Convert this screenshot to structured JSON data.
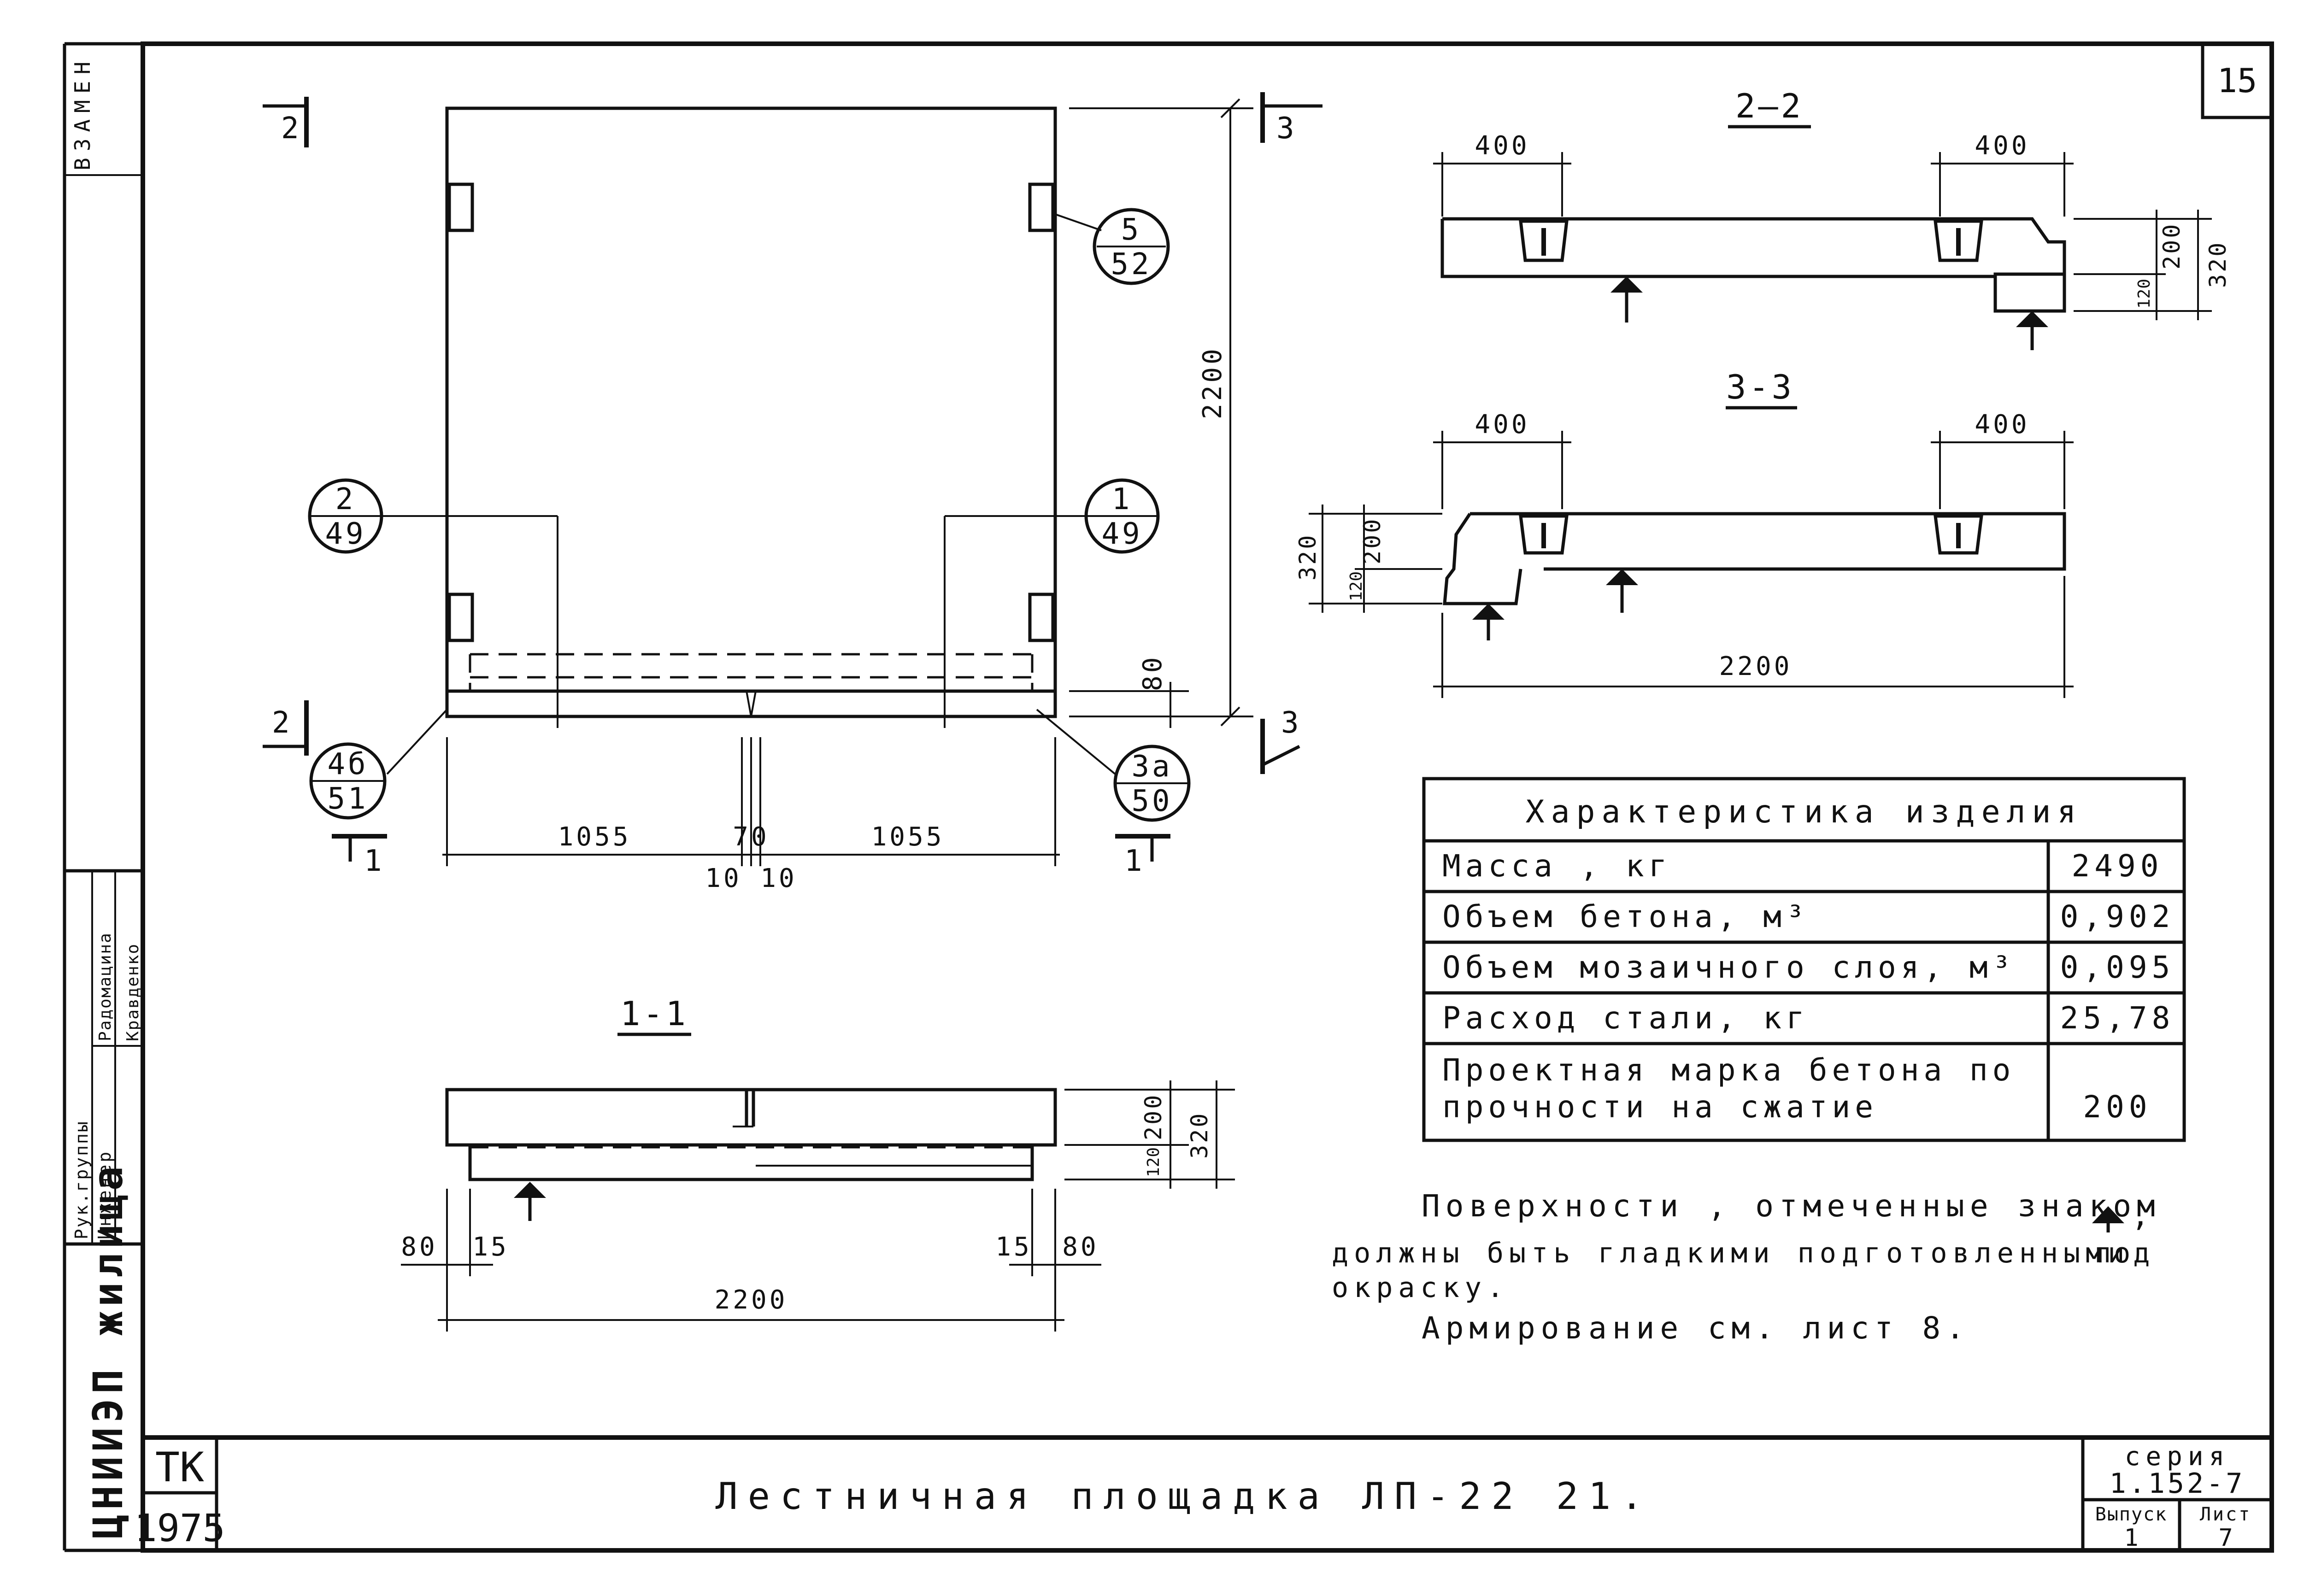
{
  "sheet": {
    "sheet_number": "15",
    "title": "Лестничная площадка ЛП-22 21.",
    "tk_label": "ТК",
    "year": "1975",
    "series_label": "серия",
    "series_value": "1.152-7",
    "issue_label": "Выпуск",
    "issue_value": "1",
    "list_label": "Лист",
    "list_value": "7"
  },
  "side": {
    "vzamen": "ВЗАМЕН",
    "org": "ЦНИИЭП жилища",
    "role1": "Рук.группы",
    "name1": "Радомацина",
    "role2": "Инженер",
    "name2": "Кравденко"
  },
  "plan": {
    "dim_height": "2200",
    "dim_80": "80",
    "dim_left": "1055",
    "dim_mid": "70",
    "dim_right": "1055",
    "dim_10a": "10",
    "dim_10b": "10",
    "cut2_top": "2",
    "cut2_bottom": "2",
    "cut3_top": "3",
    "cut3_bottom": "3",
    "cut1_left": "1",
    "cut1_right": "1",
    "callouts": [
      {
        "top": "5",
        "bottom": "52"
      },
      {
        "top": "2",
        "bottom": "49"
      },
      {
        "top": "1",
        "bottom": "49"
      },
      {
        "top": "4б",
        "bottom": "51"
      },
      {
        "top": "3а",
        "bottom": "50"
      }
    ]
  },
  "section22": {
    "title": "2—2",
    "dim_left": "400",
    "dim_right": "400",
    "dim_200": "200",
    "dim_120": "120",
    "dim_320": "320"
  },
  "section33": {
    "title": "3-3",
    "dim_left": "400",
    "dim_right": "400",
    "dim_200": "200",
    "dim_120": "120",
    "dim_320": "320",
    "dim_length": "2200"
  },
  "section11": {
    "title": "1-1",
    "dim_200": "200",
    "dim_120": "120",
    "dim_320": "320",
    "dim_80a": "80",
    "dim_15a": "15",
    "dim_15b": "15",
    "dim_80b": "80",
    "dim_length": "2200"
  },
  "spec": {
    "header": "Характеристика изделия",
    "rows": [
      {
        "label": "Масса , кг",
        "value": "2490"
      },
      {
        "label": "Объем бетона, м³",
        "value": "0,902"
      },
      {
        "label": "Объем мозаичного слоя, м³",
        "value": "0,095"
      },
      {
        "label": "Расход стали, кг",
        "value": "25,78"
      },
      {
        "label": "Проектная марка бетона по",
        "label2": "прочности на сжатие",
        "value": "200"
      }
    ]
  },
  "notes": {
    "line1": "Поверхности , отмеченные знаком",
    "line1_end": ",",
    "line2": "должны быть гладкими подготовленными",
    "line2_end": "под",
    "line3": "окраску.",
    "line4": "Армирование см. лист 8."
  }
}
